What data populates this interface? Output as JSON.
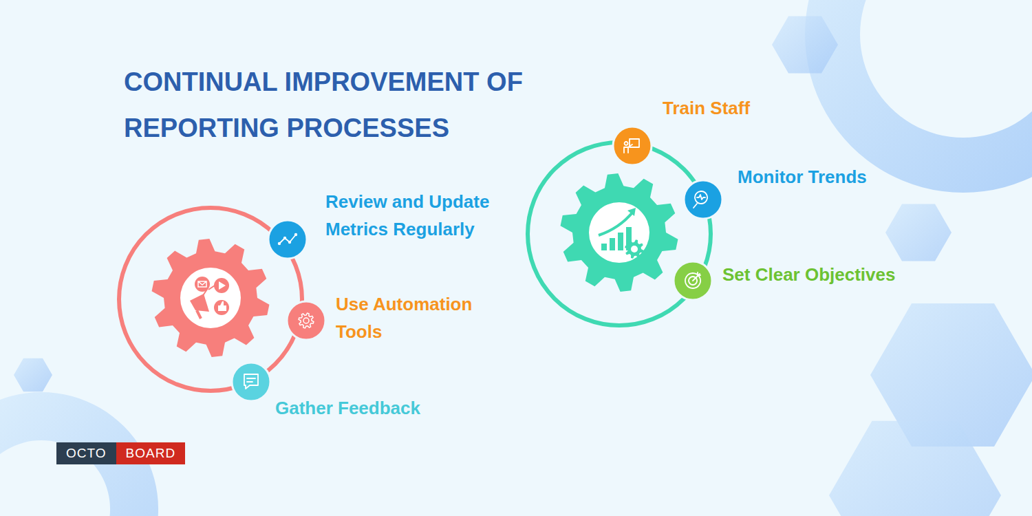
{
  "diagram": {
    "title": "CONTINUAL IMPROVEMENT OF REPORTING PROCESSES",
    "nodes": [
      {
        "text": [
          "OCTO"
        ]
      },
      {
        "text": [
          "BOARD"
        ]
      }
    ],
    "labels": [
      "Train Staff",
      "Monitor Trends",
      "Review and Update Metrics Regularly",
      "Set Clear Objectives",
      "Use Automation Tools",
      "Gather Feedback"
    ]
  }
}
